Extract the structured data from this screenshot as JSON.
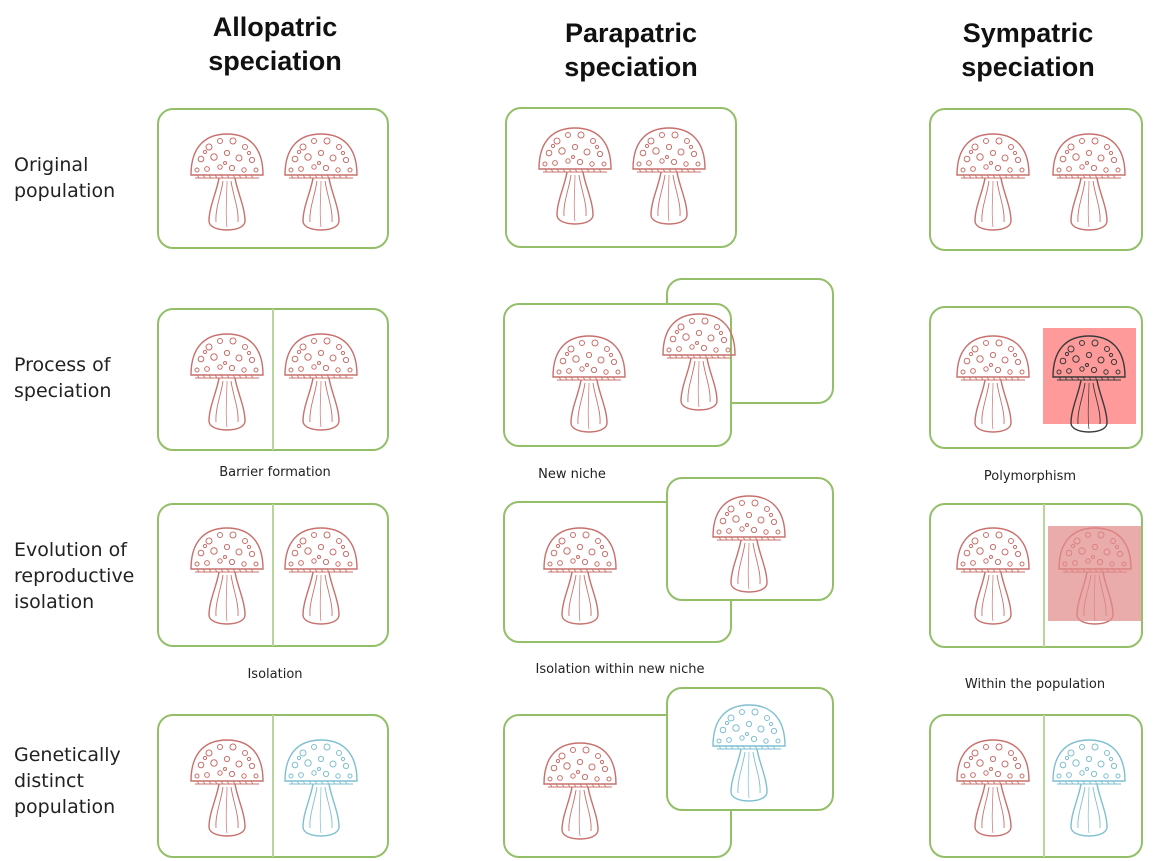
{
  "columns": [
    {
      "title_line1": "Allopatric",
      "title_line2": "speciation"
    },
    {
      "title_line1": "Parapatric",
      "title_line2": "speciation"
    },
    {
      "title_line1": "Sympatric",
      "title_line2": "speciation"
    }
  ],
  "rows": [
    {
      "label_line1": "Original",
      "label_line2": "population"
    },
    {
      "label_line1": "Process of",
      "label_line2": "speciation"
    },
    {
      "label_line1": "Evolution of",
      "label_line2": "reproductive",
      "label_line3": "isolation"
    },
    {
      "label_line1": "Genetically",
      "label_line2": "distinct",
      "label_line3": "population"
    }
  ],
  "captions": {
    "allopatric_process": "Barrier formation",
    "parapatric_process": "New niche",
    "sympatric_process": "Polymorphism",
    "allopatric_evolution": "Isolation",
    "parapatric_evolution": "Isolation within new niche",
    "sympatric_evolution": "Within the population"
  },
  "colors": {
    "box_border": "#93bf68",
    "divider": "#b9d59c",
    "original_mushroom": "#c8706b",
    "new_species_mushroom": "#7fbfd0",
    "polymorph_mushroom": "#3a3a3a",
    "polymorphism_highlight": "#ff9a9a"
  }
}
